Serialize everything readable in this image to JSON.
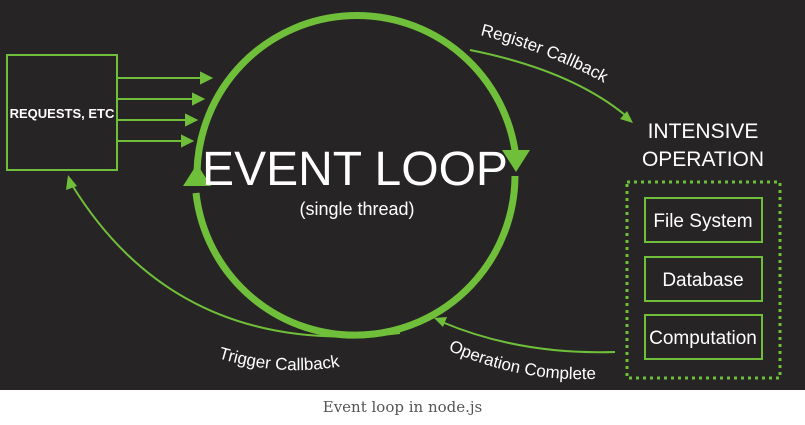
{
  "diagram": {
    "requests_label": "REQUESTS, ETC",
    "loop_title": "EVENT LOOP",
    "loop_subtitle": "(single thread)",
    "register_label": "Register Callback",
    "intensive_label_line1": "INTENSIVE",
    "intensive_label_line2": "OPERATION",
    "operations": [
      "File System",
      "Database",
      "Computation"
    ],
    "operation_complete_label": "Operation Complete",
    "trigger_label": "Trigger Callback"
  },
  "caption": "Event loop in node.js",
  "colors": {
    "background": "#262424",
    "accent": "#6fbf3a",
    "text": "#ffffff",
    "caption": "#555555"
  }
}
